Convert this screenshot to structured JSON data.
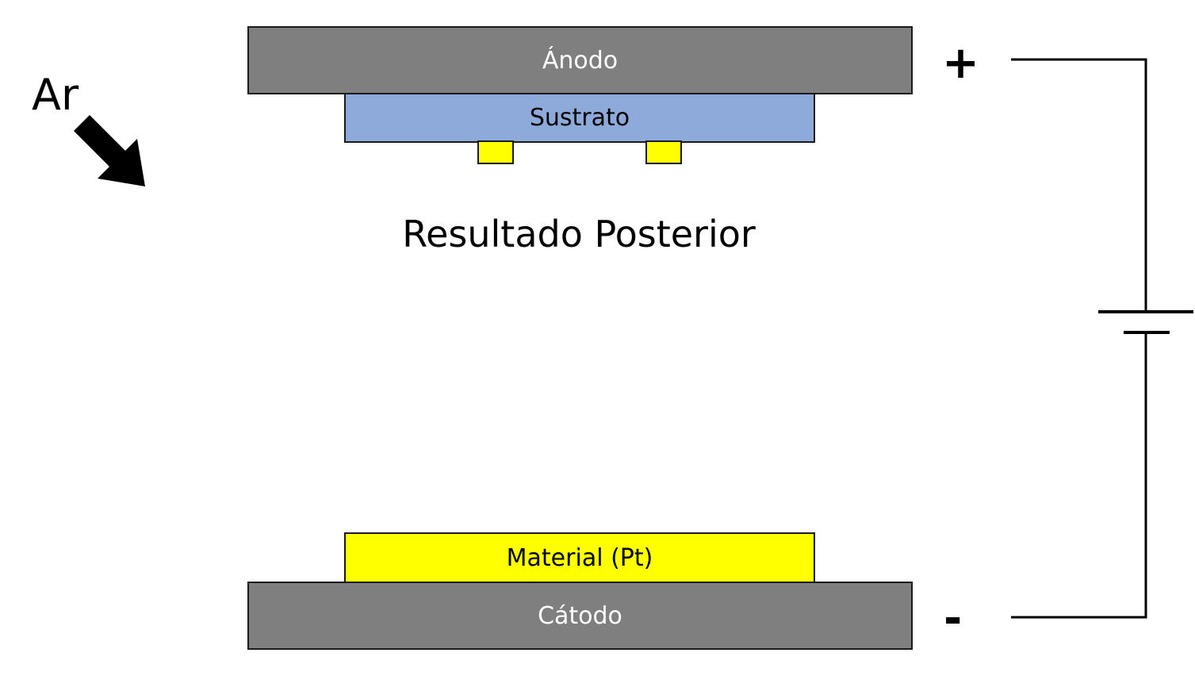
{
  "labels": {
    "gas": "Ar",
    "anode": "Ánodo",
    "substrate": "Sustrato",
    "result": "Resultado Posterior",
    "material": "Material (Pt)",
    "cathode": "Cátodo",
    "positive": "+",
    "negative": "-"
  },
  "colors": {
    "electrode": "#7f7f7f",
    "substrate": "#8eaadb",
    "material": "#ffff00",
    "deposit": "#ffff00",
    "line": "#000000"
  },
  "icons": {
    "gas_arrow": "arrow-down-right-icon",
    "power_source": "battery-symbol"
  }
}
